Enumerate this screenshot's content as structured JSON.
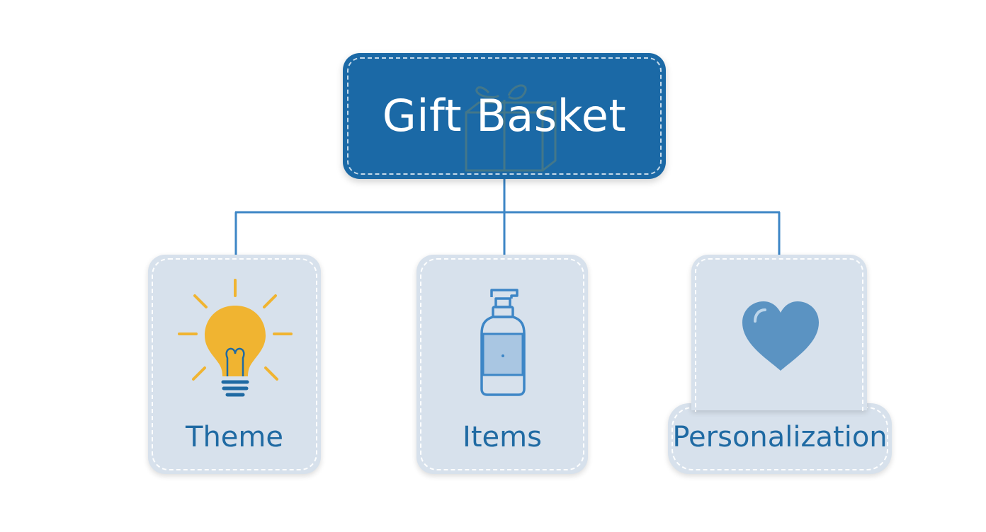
{
  "root": {
    "title": "Gift Basket",
    "icon": "gift-box-icon"
  },
  "children": [
    {
      "label": "Theme",
      "icon": "lightbulb-icon"
    },
    {
      "label": "Items",
      "icon": "pump-bottle-icon"
    },
    {
      "label": "Personalization",
      "icon": "heart-icon"
    }
  ],
  "colors": {
    "root_fill": "#1b69a6",
    "card_fill": "#d7e1ec",
    "connector": "#3d86c6",
    "label_text": "#1f6aa3",
    "bulb": "#f0b431"
  }
}
